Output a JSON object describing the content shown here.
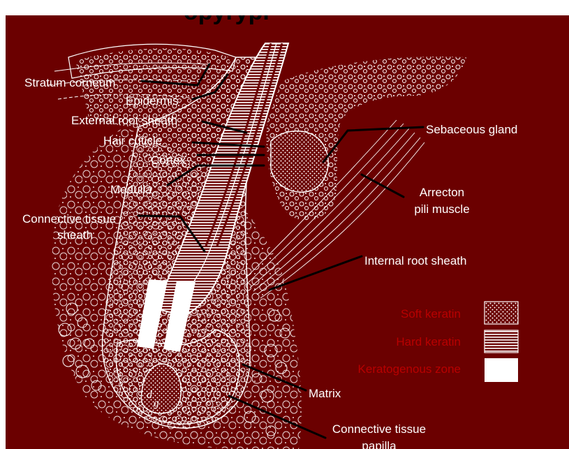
{
  "title_fragment": "opyrypi",
  "labels": {
    "stratum_corneum": "Stratum corneum",
    "epidermis": "Epidermis",
    "external_root_sheath": "External root sheath",
    "hair_cuticle": "Hair cuticle",
    "cortex": "Cortex",
    "medulla": "Medulla",
    "connective_tissue_sheath_1": "Connective tissue",
    "connective_tissue_sheath_2": "sheath",
    "sebaceous_gland": "Sebaceous gland",
    "arrector_1": "Arrecton",
    "arrector_2": "pili muscle",
    "internal_root_sheath": "Internal root sheath",
    "matrix": "Matrix",
    "connective_tissue_papilla_1": "Connective tissue",
    "connective_tissue_papilla_2": "papilla"
  },
  "legend": {
    "soft_keratin": "Soft keratin",
    "hard_keratin": "Hard keratin",
    "keratogenous_zone": "Keratogenous zone"
  },
  "colors": {
    "background": "#6b0000",
    "ink": "#ffffff",
    "legend_text": "#b80000"
  }
}
